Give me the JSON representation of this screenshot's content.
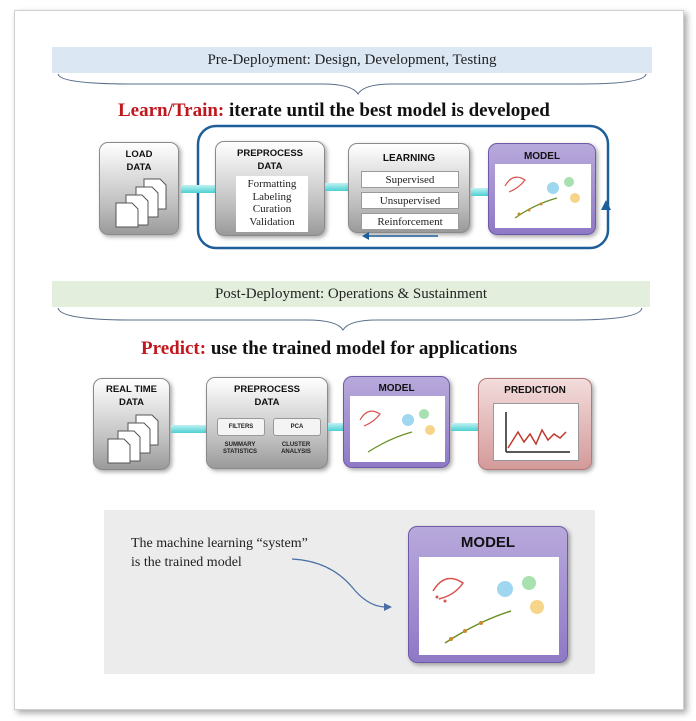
{
  "pre": {
    "banner": "Pre-Deployment: Design, Development, Testing",
    "heading_keyword": "Learn/Train:",
    "heading_text": "iterate until the best model is developed",
    "load_title": "LOAD\nDATA",
    "preprocess_title": "PREPROCESS\nDATA",
    "preprocess_items": [
      "Formatting",
      "Labeling",
      "Curation",
      "Validation"
    ],
    "learning_title": "LEARNING",
    "learning_methods": [
      "Supervised",
      "Unsupervised",
      "Reinforcement"
    ],
    "model_title": "MODEL"
  },
  "post": {
    "banner": "Post-Deployment: Operations & Sustainment",
    "heading_keyword": "Predict:",
    "heading_text": "use the trained model for applications",
    "realtime_title": "REAL TIME\nDATA",
    "preprocess_title": "PREPROCESS\nDATA",
    "tags": [
      "FILTERS",
      "PCA"
    ],
    "tag_captions": [
      "SUMMARY\nSTATISTICS",
      "CLUSTER\nANALYSIS"
    ],
    "model_title": "MODEL",
    "prediction_title": "PREDICTION"
  },
  "system": {
    "callout": "The machine learning “system”\nis the trained model",
    "model_title": "MODEL"
  },
  "colors": {
    "keyword_red": "#c0181e",
    "pre_banner": "#dce7f4",
    "post_banner": "#e3efdc",
    "loop_outline": "#1f5f99",
    "arrow_cyan": "#4ccfd3",
    "model_purple": "#8e79c6"
  }
}
